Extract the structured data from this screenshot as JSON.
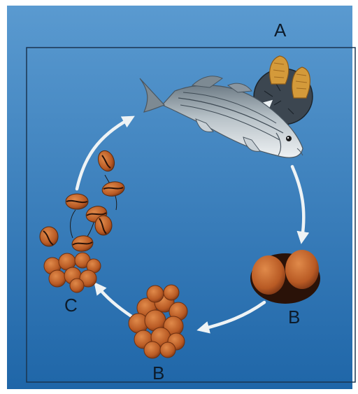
{
  "labels": {
    "a": "A",
    "b_egg": "B",
    "b_cluster": "B",
    "c": "C"
  },
  "colors": {
    "background_top": "#5a9ad0",
    "background_bottom": "#1f66a8",
    "frame": "#1a3550",
    "arrow": "#eef3f5",
    "egg": "#c2652a",
    "egg_dark": "#7a3515",
    "egg_shadow": "#2a1208",
    "fish_back": "#7d8a93",
    "fish_belly": "#e6ebee",
    "cyst": "#3c4650",
    "cyst_bud": "#d49a3a"
  },
  "icons": [
    "fish-icon",
    "cyst-icon",
    "two-cell-egg-icon",
    "cell-cluster-icon",
    "coffee-bean-cell-icon",
    "cycle-arrow-icon"
  ]
}
